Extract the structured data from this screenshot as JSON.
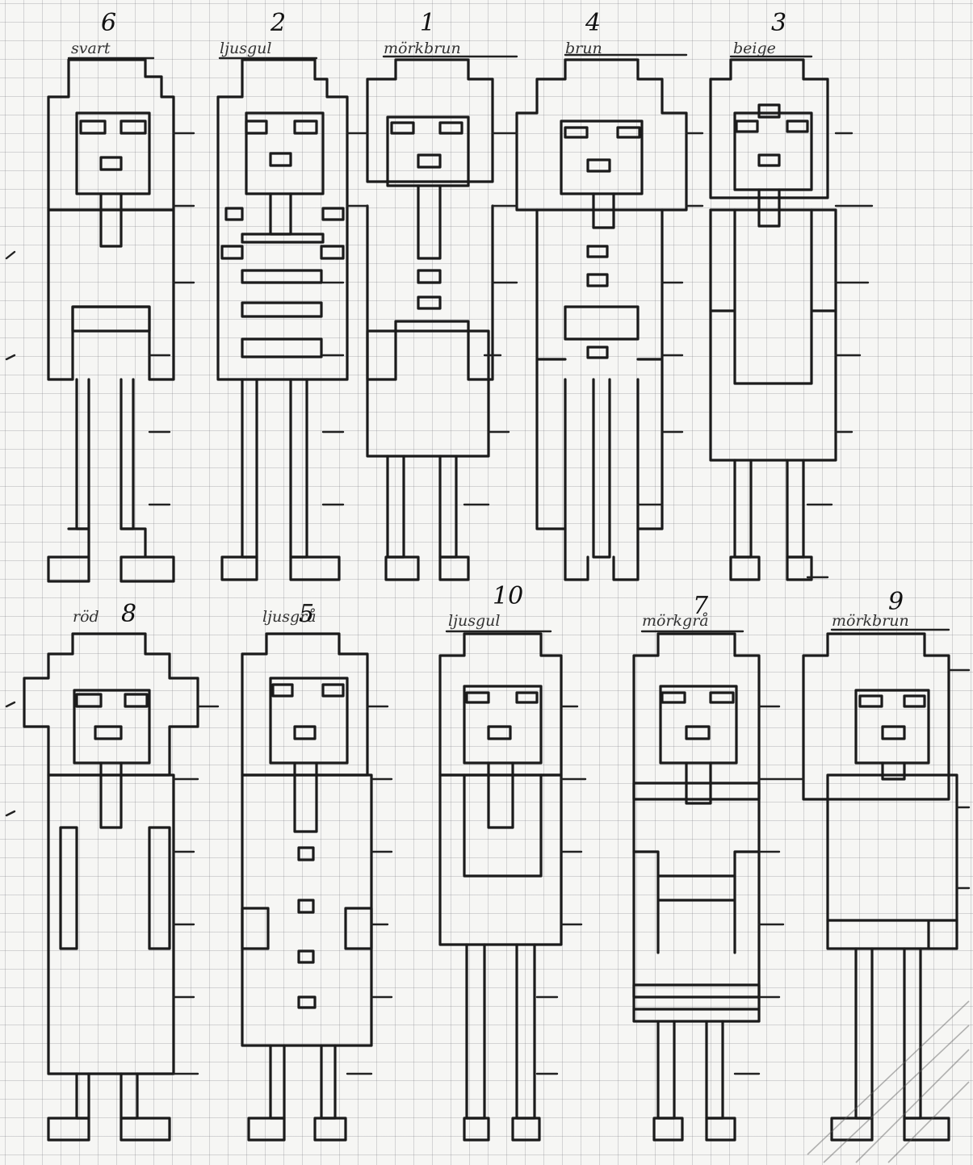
{
  "figures": [
    {
      "number": "6",
      "label": "svart"
    },
    {
      "number": "2",
      "label": "ljusgul"
    },
    {
      "number": "1",
      "label": "mörkbrun"
    },
    {
      "number": "4",
      "label": "brun"
    },
    {
      "number": "3",
      "label": "beige"
    },
    {
      "number": "8",
      "label": "röd"
    },
    {
      "number": "5",
      "label": "ljusgrå"
    },
    {
      "number": "10",
      "label": "ljusgul"
    },
    {
      "number": "7",
      "label": "mörkgrå"
    },
    {
      "number": "9",
      "label": "mörkbrun"
    }
  ],
  "colors": {
    "ink": "#1b1b1b",
    "paper": "#f6f6f4",
    "grid": "#8a8a92"
  }
}
